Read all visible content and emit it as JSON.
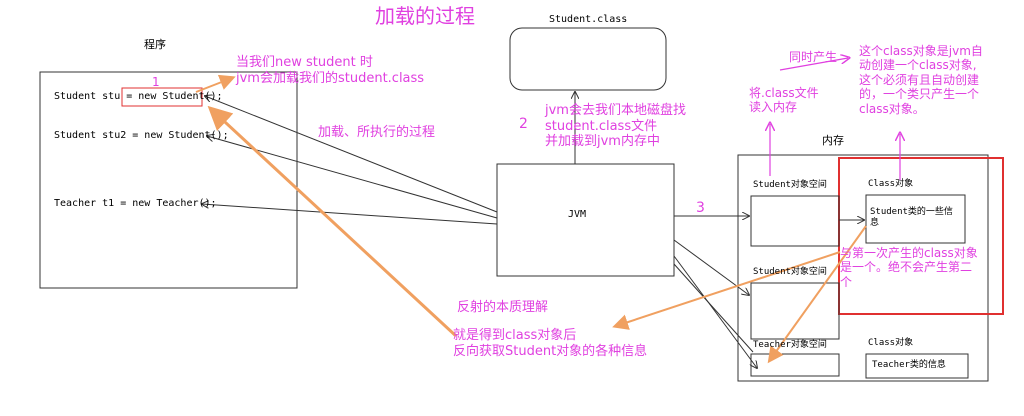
{
  "title": "加载的过程",
  "program": {
    "label": "程序",
    "lines": [
      "Student stu = new Student();",
      "Student stu2 = new Student();",
      "Teacher t1 = new Teacher();"
    ]
  },
  "student_class_label": "Student.class",
  "jvm_label": "JVM",
  "memory_label": "内存",
  "memory": {
    "student_space": "Student对象空间",
    "student_space2": "Student对象空间",
    "teacher_space": "Teacher对象空间",
    "class_obj_1": "Class对象",
    "class_info_1": "Student类的一些信\n息",
    "class_obj_2": "Class对象",
    "class_info_2": "Teacher类的信息"
  },
  "annotations": {
    "num1": "1",
    "num2": "2",
    "num3": "3",
    "new_student": "当我们new student 时\njvm会加载我们的student.class",
    "load_process": "加载、所执行的过程",
    "jvm_find": "jvm会去我们本地磁盘找\nstudent.class文件\n并加载到jvm内存中",
    "read_into_memory": "将.class文件\n读入内存",
    "same_time": "同时产生",
    "class_object_desc": "这个class对象是jvm自\n动创建一个class对象,\n这个必须有且自动创建\n的，一个类只产生一个\nclass对象。",
    "same_as_first": "与第一次产生的class对象\n是一个。绝不会产生第二\n个",
    "reflection_title": "反射的本质理解",
    "reflection_desc": "就是得到class对象后\n反向获取Student对象的各种信息"
  },
  "colors": {
    "annotation": "#e040e0",
    "orange": "#f0a060",
    "red_box": "#e03030"
  }
}
